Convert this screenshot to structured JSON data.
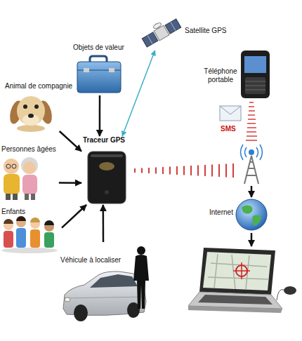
{
  "diagram": {
    "nodes": [
      {
        "text": [
          "Satellite GPS"
        ]
      },
      {
        "text": [
          "Objets de valeur"
        ]
      },
      {
        "text": [
          "Téléphone portable"
        ]
      },
      {
        "text": [
          "Animal de compagnie"
        ]
      },
      {
        "text": [
          "SMS"
        ]
      },
      {
        "text": [
          "Traceur GPS"
        ]
      },
      {
        "text": [
          "Personnes âgées"
        ]
      },
      {
        "text": [
          "Internet"
        ]
      },
      {
        "text": [
          "Enfants"
        ]
      },
      {
        "text": [
          "Véhicule à localiser"
        ]
      }
    ],
    "edges": [
      {
        "from": 1,
        "to": 5,
        "arrow": "to"
      },
      {
        "from": 3,
        "to": 5,
        "arrow": "to"
      },
      {
        "from": 6,
        "to": 5,
        "arrow": "to"
      },
      {
        "from": 8,
        "to": 5,
        "arrow": "to"
      },
      {
        "from": 9,
        "to": 5,
        "arrow": "to"
      },
      {
        "from": 5,
        "to": 0,
        "arrow": "both"
      }
    ]
  }
}
